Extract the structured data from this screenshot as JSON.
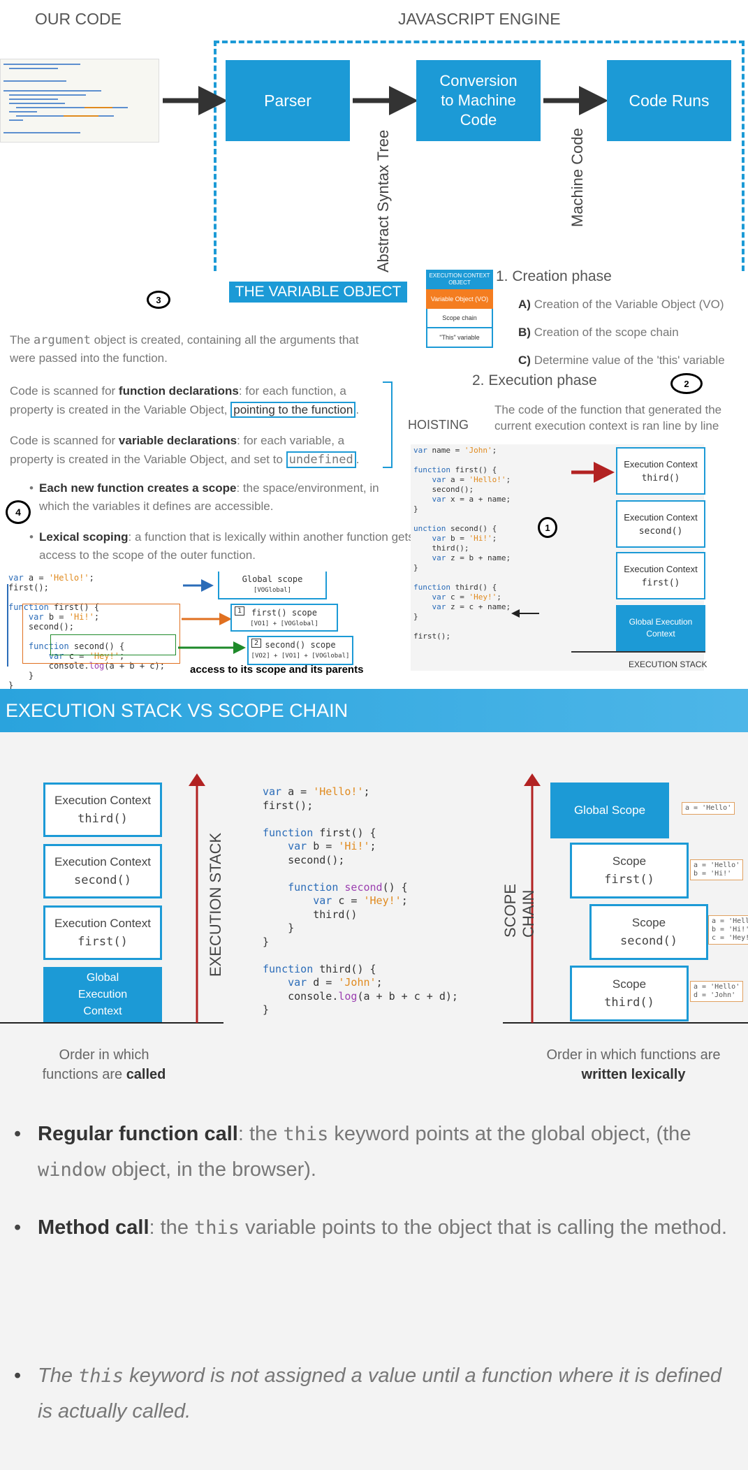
{
  "engine": {
    "our_code_label": "OUR CODE",
    "engine_label": "JAVASCRIPT ENGINE",
    "parser": "Parser",
    "conversion": "Conversion\nto Machine\nCode",
    "code_runs": "Code Runs",
    "ast_label": "Abstract Syntax Tree",
    "machine_code_label": "Machine Code"
  },
  "variable_object": {
    "title": "THE VARIABLE OBJECT",
    "badge": "3",
    "arg_text_pre": "The ",
    "arg_code": "argument",
    "arg_text_post": " object is created, containing all the arguments that were passed into the function.",
    "fd_pre": "Code is scanned for ",
    "fd_bold": "function declarations",
    "fd_mid": ": for each function, a property is created in the Variable Object, ",
    "fd_box": "pointing to the function",
    "vd_pre": "Code is scanned for ",
    "vd_bold": "variable declarations",
    "vd_mid": ": for each variable, a property is created in the Variable Object, and set to ",
    "vd_box": "undefined",
    "hoisting": "HOISTING"
  },
  "exec_context_object": {
    "header": "EXECUTION CONTEXT OBJECT",
    "vo": "Variable Object (VO)",
    "scope_chain": "Scope chain",
    "this_var": "\"This\" variable"
  },
  "phases": {
    "creation": "1. Creation phase",
    "a_label": "A)",
    "a_text": "Creation of the Variable Object (VO)",
    "b_label": "B)",
    "b_text": "Creation of the scope chain",
    "c_label": "C)",
    "c_text": "Determine value of the 'this' variable",
    "execution": "2. Execution phase",
    "badge": "2",
    "exec_text": "The code of the function that generated the current execution context is ran line by line"
  },
  "scope_section": {
    "badge": "4",
    "b1_bold": "Each new function creates a scope",
    "b1_text": ": the space/environment, in which the variables it defines are accessible.",
    "b2_bold": "Lexical scoping",
    "b2_text": ": a function that is lexically within another function gets access to the scope of the outer function.",
    "global_scope": "Global scope",
    "global_vo": "[VOGlobal]",
    "first_num": "1",
    "first_scope": "first() scope",
    "first_vo": "[VO1] + [VOGlobal]",
    "second_num": "2",
    "second_scope": "second() scope",
    "second_vo": "[VO2] + [VO1] + [VOGlobal]",
    "access_note": "access to its scope and its parents"
  },
  "small_stack": {
    "badge": "1",
    "items": [
      {
        "label": "Execution Context",
        "fn": "third()"
      },
      {
        "label": "Execution Context",
        "fn": "second()"
      },
      {
        "label": "Execution Context",
        "fn": "first()"
      }
    ],
    "global_label": "Global Execution Context",
    "stack_label": "EXECUTION STACK"
  },
  "comparison": {
    "banner": "EXECUTION STACK VS SCOPE CHAIN",
    "stack_items": [
      {
        "label": "Execution Context",
        "fn": "third()"
      },
      {
        "label": "Execution Context",
        "fn": "second()"
      },
      {
        "label": "Execution Context",
        "fn": "first()"
      }
    ],
    "global_exec": "Global Execution Context",
    "exec_stack_label": "EXECUTION STACK",
    "scope_chain_label": "SCOPE CHAIN",
    "global_scope": "Global Scope",
    "scopes": [
      {
        "label": "Scope",
        "fn": "first()"
      },
      {
        "label": "Scope",
        "fn": "second()"
      },
      {
        "label": "Scope",
        "fn": "third()"
      }
    ],
    "vars_global": "a = 'Hello'",
    "vars_first": "a = 'Hello'\nb = 'Hi!'",
    "vars_second": "a = 'Hello'\nb = 'Hi!'\nc = 'Hey!'",
    "vars_third": "a = 'Hello'\nd = 'John'",
    "caption_left_pre": "Order in which functions are ",
    "caption_left_bold": "called",
    "caption_right_pre": "Order in which functions are ",
    "caption_right_bold": "written lexically"
  },
  "this_bullets": {
    "b1_bold": "Regular function call",
    "b1_pre": ": the ",
    "b1_code": "this",
    "b1_mid": " keyword points at the global object, (the ",
    "b1_code2": "window",
    "b1_post": " object, in the browser).",
    "b2_bold": "Method call",
    "b2_pre": ": the ",
    "b2_code": "this",
    "b2_post": " variable points to the object that is calling the method.",
    "b3_pre": "The ",
    "b3_code": "this",
    "b3_post": " keyword is not assigned a value until a function where it is defined is actually called."
  },
  "colors": {
    "accent": "#1c9ad6",
    "orange": "#f47d20",
    "arrow_red": "#b22222"
  }
}
